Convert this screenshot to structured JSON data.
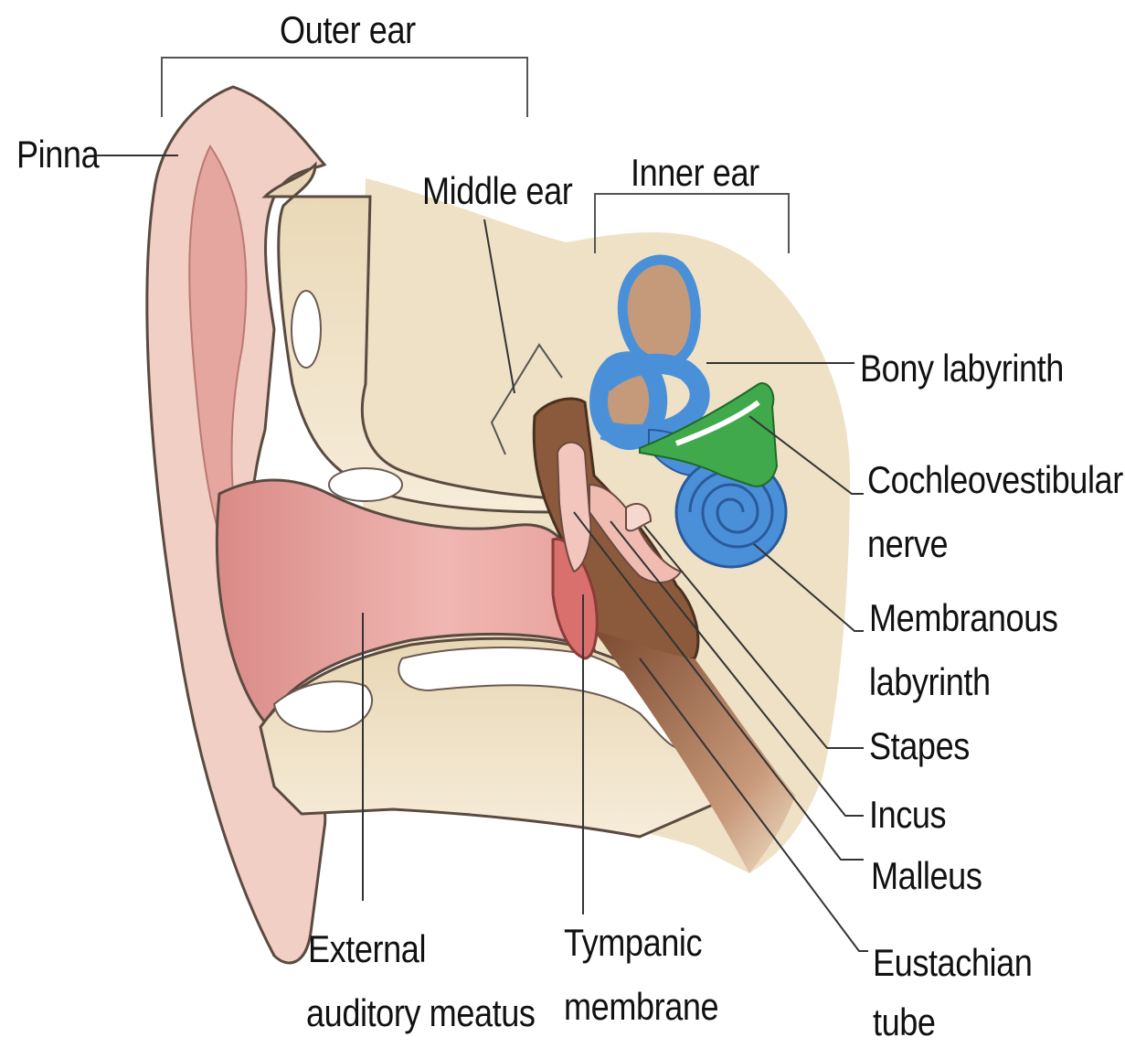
{
  "labels": {
    "outer_ear": "Outer ear",
    "pinna": "Pinna",
    "middle_ear": "Middle ear",
    "inner_ear": "Inner ear",
    "bony_labyrinth": "Bony labyrinth",
    "cochleovestibular_nerve_1": "Cochleovestibular",
    "cochleovestibular_nerve_2": "nerve",
    "membranous_labyrinth_1": "Membranous",
    "membranous_labyrinth_2": "labyrinth",
    "stapes": "Stapes",
    "incus": "Incus",
    "malleus": "Malleus",
    "eustachian_tube_1": "Eustachian",
    "eustachian_tube_2": "tube",
    "external_auditory_meatus_1": "External",
    "external_auditory_meatus_2": "auditory meatus",
    "tympanic_membrane_1": "Tympanic",
    "tympanic_membrane_2": "membrane"
  },
  "colors": {
    "skin": "#f1cfc4",
    "canal": "#e8a7a2",
    "bone": "#efe1c6",
    "background_tissue": "#f0e2c8",
    "middle_ear_cavity": "#8b5a3c",
    "bony_labyrinth": "#4a90d9",
    "nerve": "#3fa94b",
    "ossicle": "#f2c6bd",
    "outline": "#4a4038",
    "leader_line": "#333333"
  }
}
